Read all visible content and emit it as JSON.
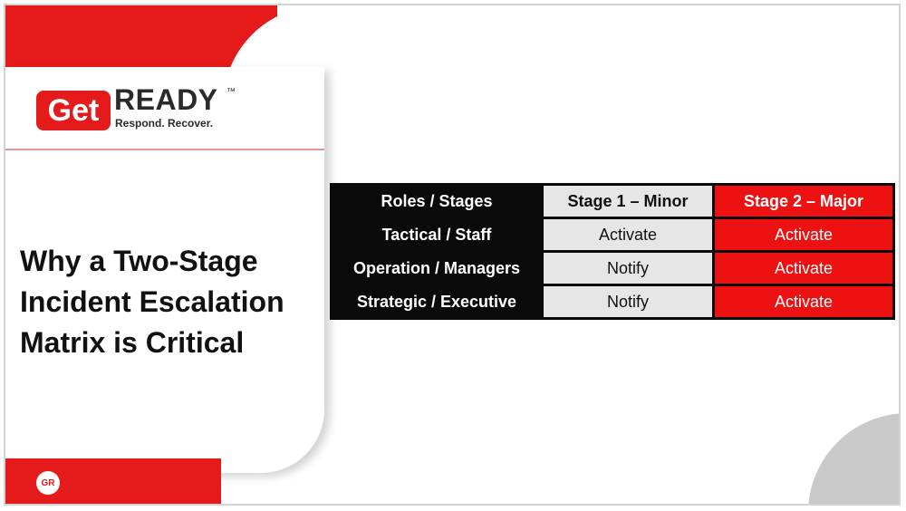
{
  "logo": {
    "get": "Get",
    "ready": "READY",
    "trademark": "™",
    "tagline": "Respond. Recover.",
    "badge": "GR"
  },
  "title_lines": [
    "Why a Two-Stage",
    "Incident Escalation",
    "Matrix is Critical"
  ],
  "matrix": {
    "headers": [
      "Roles / Stages",
      "Stage 1 – Minor",
      "Stage 2 – Major"
    ],
    "rows": [
      {
        "role": "Tactical / Staff",
        "stage1": "Activate",
        "stage2": "Activate"
      },
      {
        "role": "Operation / Managers",
        "stage1": "Notify",
        "stage2": "Activate"
      },
      {
        "role": "Strategic / Executive",
        "stage1": "Notify",
        "stage2": "Activate"
      }
    ]
  },
  "colors": {
    "brand_red": "#e51b1b",
    "table_black": "#0a0a0a",
    "stage1_bg": "#e6e6e6",
    "stage2_bg": "#ee1111"
  }
}
